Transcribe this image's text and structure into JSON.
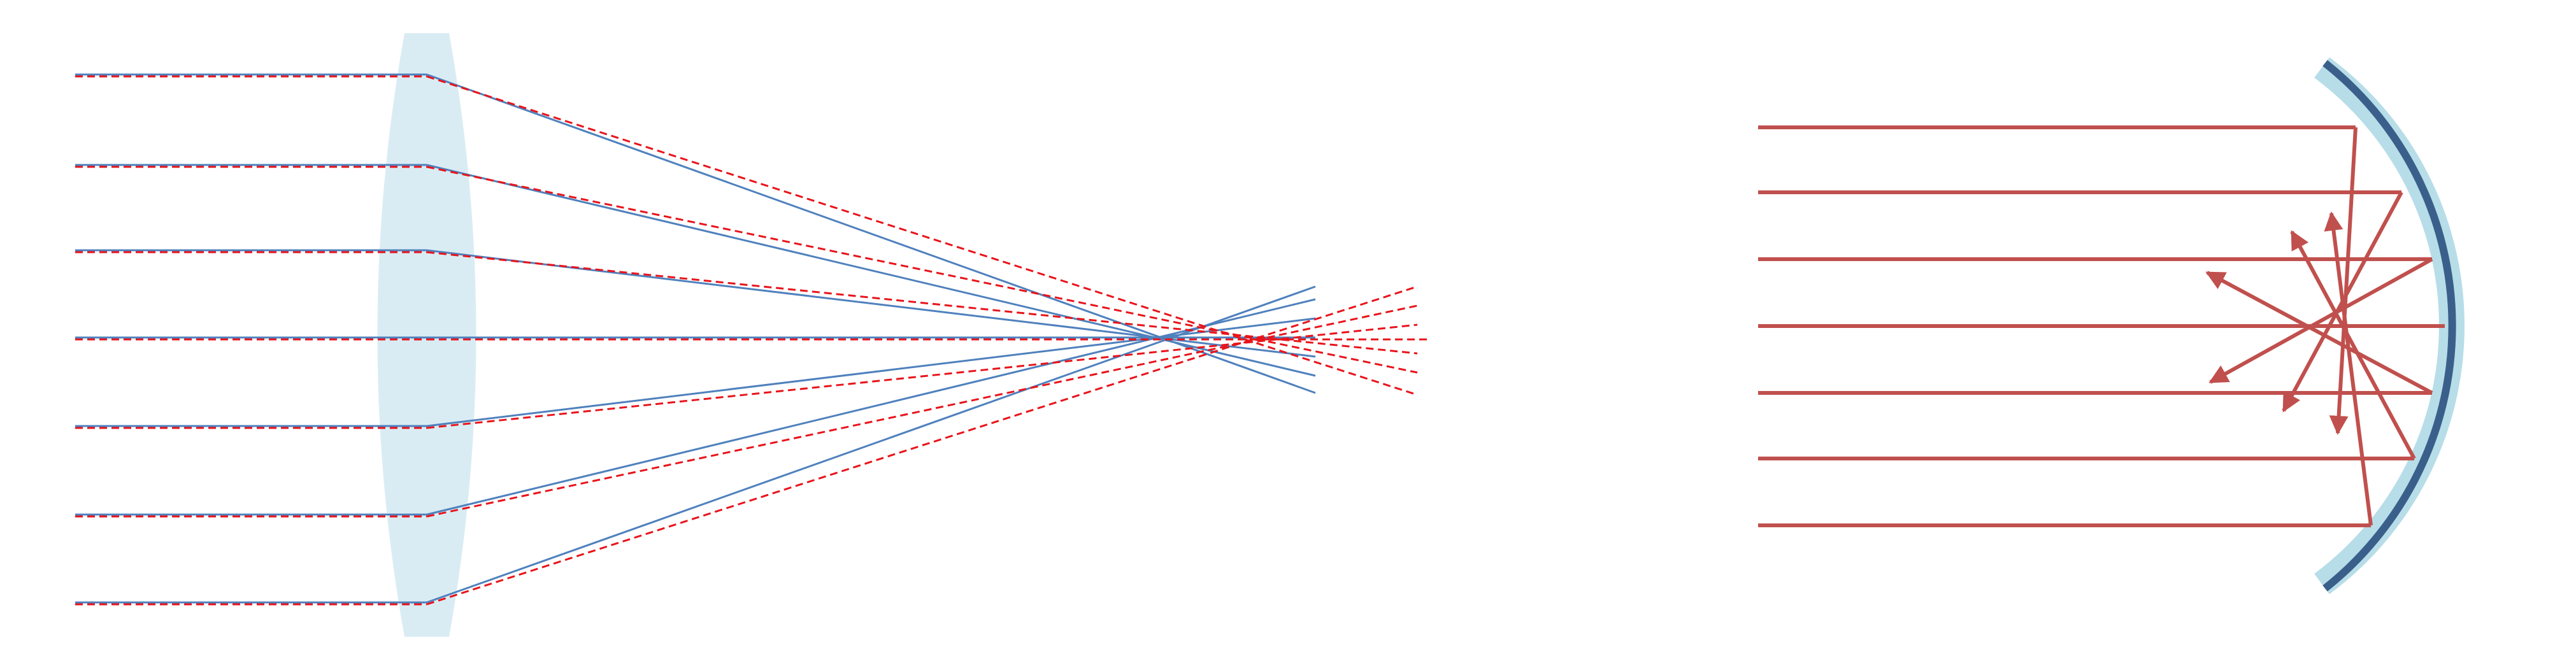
{
  "colors": {
    "background": "#ffffff",
    "lens_fill": "#daecf3",
    "blue_ray": "#4f81bd",
    "red_ray": "#e8141b",
    "mirror_ray": "#c0504d",
    "mirror_inner": "#b7dde8",
    "mirror_outer": "#3a5f8a"
  },
  "lens_diagram": {
    "ray_count": 7,
    "blue_rays": "solid",
    "red_rays": "dashed"
  },
  "mirror_diagram": {
    "ray_count": 7,
    "rays": "solid",
    "reflected_rays_have_arrowheads": true
  }
}
